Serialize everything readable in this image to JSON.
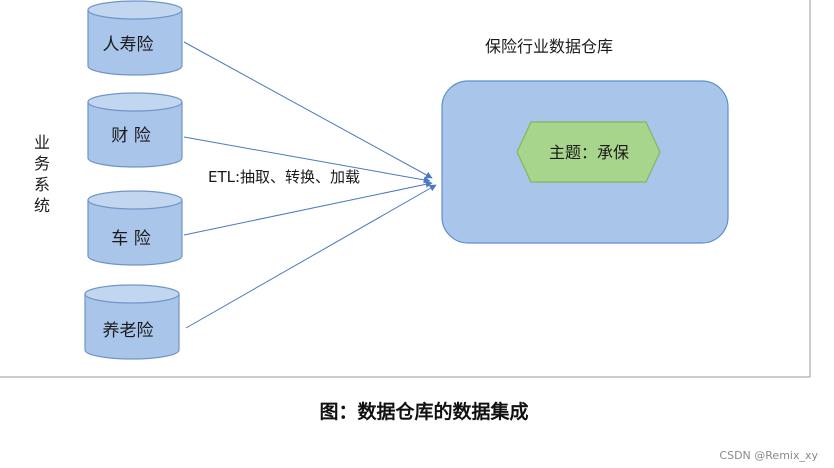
{
  "sources": {
    "group_label": [
      "业",
      "务",
      "系",
      "统"
    ],
    "databases": [
      {
        "label": "人寿险"
      },
      {
        "label": "财 险"
      },
      {
        "label": "车 险"
      },
      {
        "label": "养老险"
      }
    ]
  },
  "process": {
    "label": "ETL:抽取、转换、加载"
  },
  "warehouse": {
    "title": "保险行业数据仓库",
    "theme_label": "主题：承保"
  },
  "caption": "图：数据仓库的数据集成",
  "watermark": "CSDN @Remix_xy",
  "colors": {
    "cylinder_fill": "#a9c5ea",
    "cylinder_stroke": "#6f95c8",
    "warehouse_fill": "#a9c6ea",
    "warehouse_stroke": "#5b8fd0",
    "theme_fill": "#a8d58c",
    "theme_stroke": "#7fb85c",
    "arrow": "#4a78c3"
  }
}
